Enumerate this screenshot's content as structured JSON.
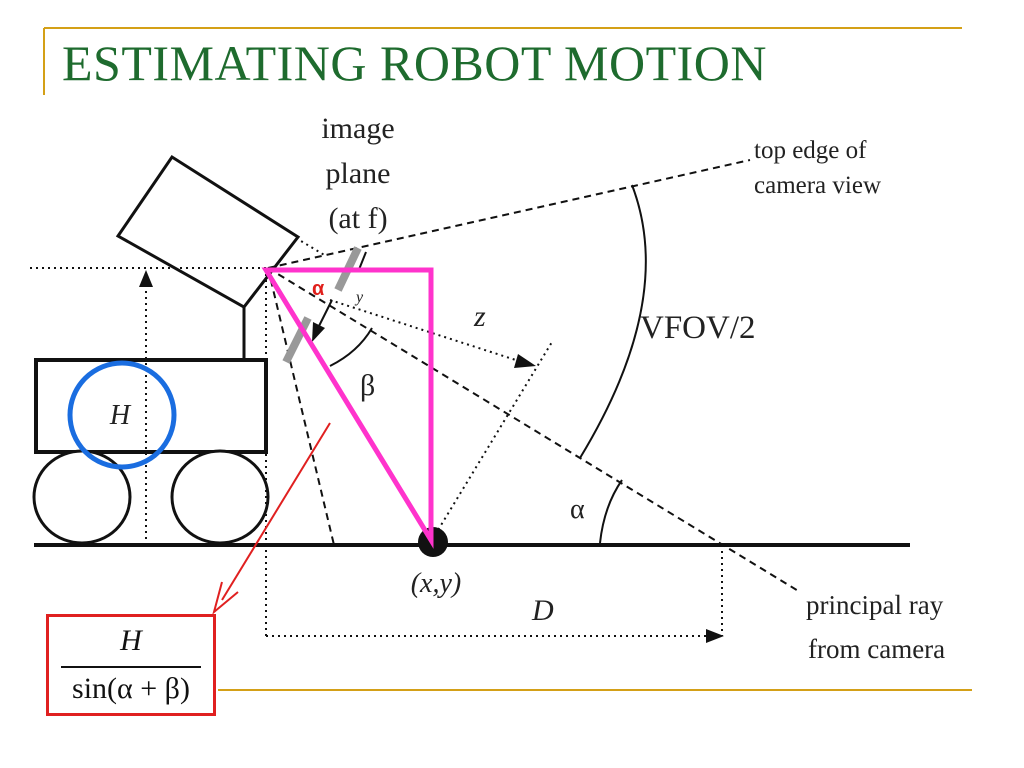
{
  "slide": {
    "title": "ESTIMATING ROBOT MOTION"
  },
  "labels": {
    "image_plane_line1": "image",
    "image_plane_line2": "plane",
    "image_plane_line3": "(at f)",
    "top_edge_line1": "top edge of",
    "top_edge_line2": "camera view",
    "vfov": "VFOV/2",
    "z": "z",
    "y_small": "y",
    "alpha_red": "α",
    "beta": "β",
    "alpha_ground": "α",
    "height": "H",
    "point": "(x,y)",
    "distance": "D",
    "principal_ray_line1": "principal ray",
    "principal_ray_line2": "from camera"
  },
  "formula": {
    "numerator": "H",
    "denominator": "sin(α + β)"
  },
  "colors": {
    "title": "#1e6b2e",
    "accent_gold": "#d4a017",
    "triangle_magenta": "#ff33cc",
    "circle_blue": "#1a6de0",
    "arrow_red": "#e02020",
    "lines": "#111111"
  }
}
